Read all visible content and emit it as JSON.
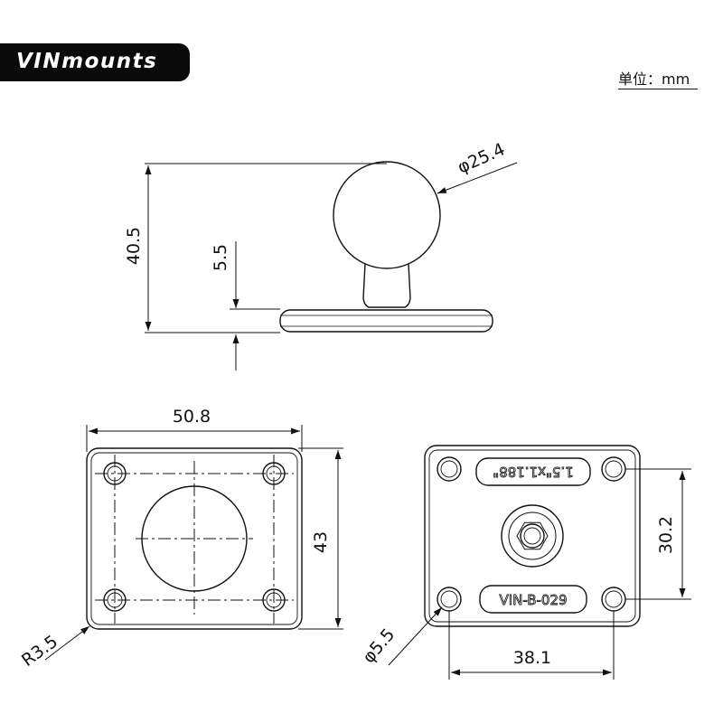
{
  "brand": {
    "logo_text": "VINmounts"
  },
  "unit_label": "单位：mm",
  "side_view": {
    "height_label": "40.5",
    "base_thickness_label": "5.5",
    "ball_diameter_label": "φ25.4"
  },
  "top_view": {
    "width_label": "50.8",
    "depth_label": "43",
    "corner_radius_label": "R3.5"
  },
  "bottom_view": {
    "hole_spacing_y_label": "30.2",
    "hole_spacing_x_label": "38.1",
    "hole_diameter_label": "φ5.5",
    "thread_text": "1.5\"x1.188\"",
    "model_text": "VIN-B-029"
  }
}
